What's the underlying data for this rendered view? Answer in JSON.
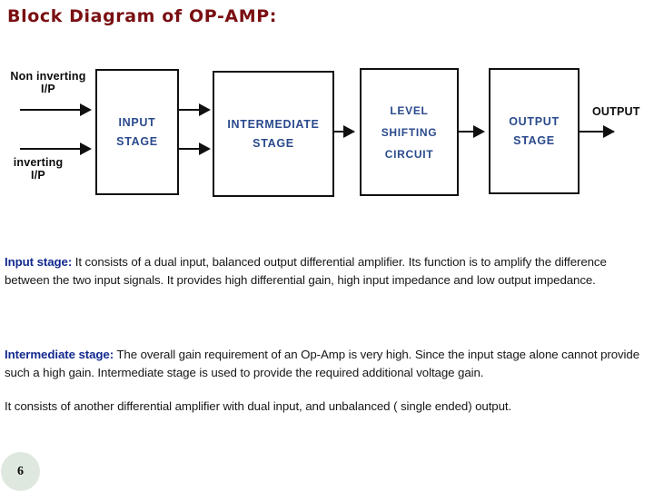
{
  "slide": {
    "title": "Block Diagram of OP-AMP:",
    "page_number": "6",
    "title_color": "#7a0f12",
    "block_text_color": "#2a4a8c",
    "lead_color": "#132a8f",
    "badge_color": "#dfe8df"
  },
  "diagram": {
    "inputs": [
      {
        "label_line1": "Non inverting",
        "label_line2": "I/P"
      },
      {
        "label_line1": "inverting",
        "label_line2": "I/P"
      }
    ],
    "blocks": [
      {
        "id": "input",
        "line1": "INPUT",
        "line2": "STAGE",
        "line3": ""
      },
      {
        "id": "intermediate",
        "line1": "INTERMEDIATE",
        "line2": "STAGE",
        "line3": ""
      },
      {
        "id": "level",
        "line1": "LEVEL",
        "line2": "SHIFTING",
        "line3": "CIRCUIT"
      },
      {
        "id": "output",
        "line1": "OUTPUT",
        "line2": "STAGE",
        "line3": ""
      }
    ],
    "output_label": "OUTPUT"
  },
  "paragraphs": [
    {
      "lead": "Input stage:",
      "text": " It consists of a dual input, balanced output differential amplifier. Its function is to amplify the difference between the two input signals. It provides high differential gain, high input impedance and low output impedance."
    },
    {
      "lead": "Intermediate stage:",
      "text": " The overall gain requirement of an Op-Amp is very high. Since the input stage alone cannot provide such a high gain. Intermediate stage is used to provide the required additional voltage gain."
    },
    {
      "lead": "",
      "text": "It consists of another differential amplifier with dual input, and unbalanced ( single ended) output."
    }
  ]
}
